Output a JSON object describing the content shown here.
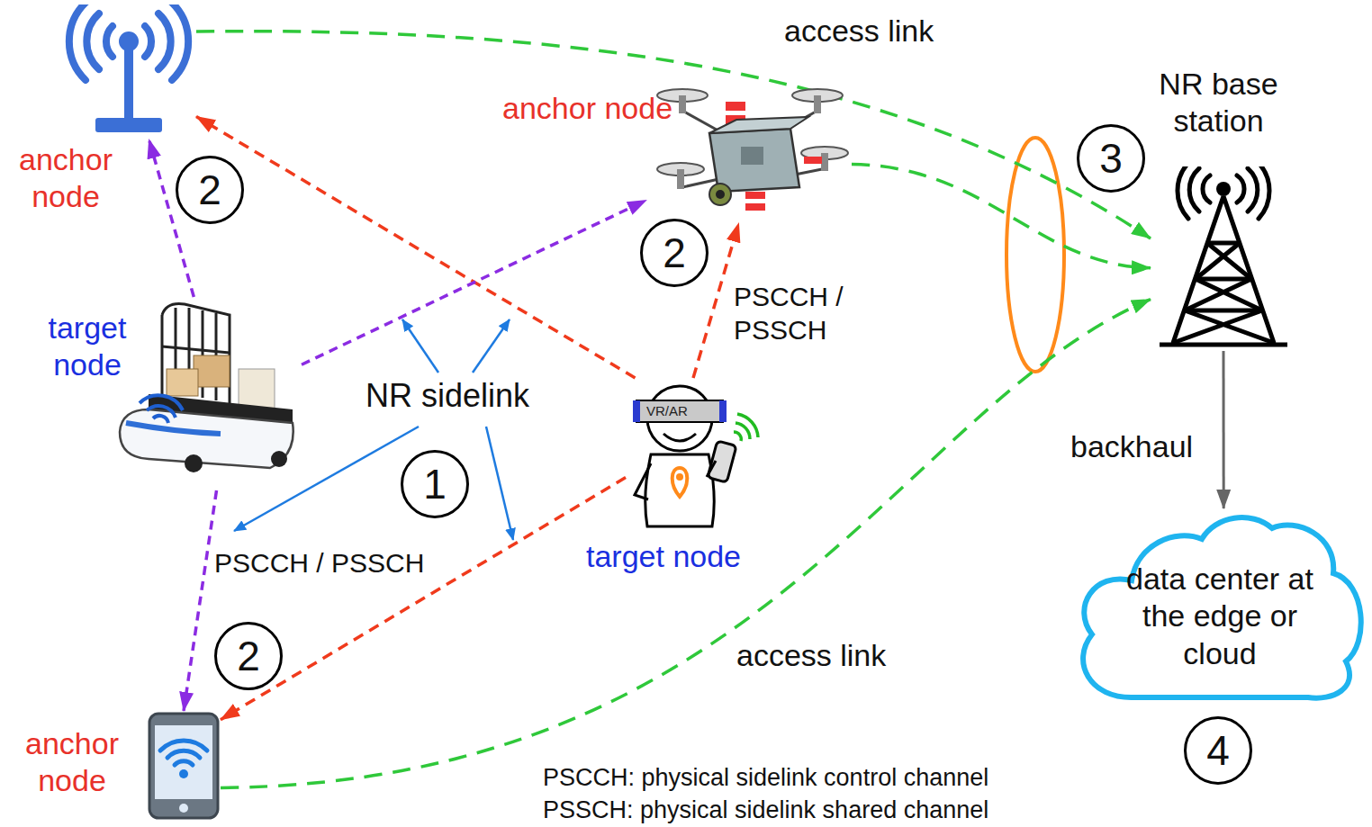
{
  "diagram": {
    "nodes": [
      {
        "text": [
          "anchor node"
        ]
      },
      {
        "text": [
          "anchor node"
        ]
      },
      {
        "text": [
          "NR base station"
        ]
      },
      {
        "text": [
          "target node"
        ]
      },
      {
        "text": [
          "target node"
        ]
      },
      {
        "text": [
          "anchor node"
        ]
      },
      {
        "text": [
          "data center at the edge or cloud"
        ]
      }
    ],
    "edges": [
      {
        "from": 0,
        "to": 2,
        "arrow": "to",
        "label": "access link"
      },
      {
        "from": 1,
        "to": 2,
        "arrow": "to"
      },
      {
        "from": 5,
        "to": 2,
        "arrow": "to",
        "label": "access link"
      },
      {
        "from": 4,
        "to": 0,
        "arrow": "to"
      },
      {
        "from": 4,
        "to": 1,
        "arrow": "to",
        "label": "PSCCH / PSSCH"
      },
      {
        "from": 4,
        "to": 5,
        "arrow": "to"
      },
      {
        "from": 3,
        "to": 0,
        "arrow": "to"
      },
      {
        "from": 3,
        "to": 1,
        "arrow": "to"
      },
      {
        "from": 3,
        "to": 5,
        "arrow": "to"
      },
      {
        "from": 2,
        "to": 6,
        "arrow": "to",
        "label": "backhaul"
      }
    ],
    "labels": [
      "2",
      "2",
      "2",
      "1",
      "3",
      "4",
      "NR sidelink",
      "PSCCH / PSSCH",
      "VR/AR",
      "PSCCH: physical sidelink control channel",
      "PSSCH: physical sidelink shared channel"
    ]
  }
}
